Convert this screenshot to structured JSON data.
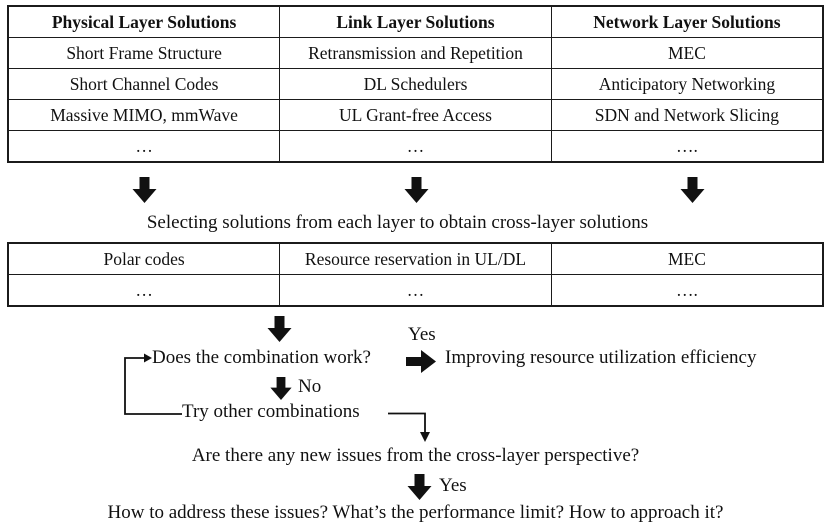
{
  "colors": {
    "ink": "#111111",
    "background": "#ffffff"
  },
  "diagram": {
    "table1": {
      "headers": [
        "Physical Layer Solutions",
        "Link Layer Solutions",
        "Network Layer Solutions"
      ],
      "rows": [
        [
          "Short Frame Structure",
          "Retransmission and Repetition",
          "MEC"
        ],
        [
          "Short Channel Codes",
          "DL Schedulers",
          "Anticipatory Networking"
        ],
        [
          "Massive MIMO, mmWave",
          "UL Grant-free Access",
          "SDN and Network Slicing"
        ],
        [
          "…",
          "…",
          "…."
        ]
      ]
    },
    "select_caption": "Selecting solutions from each layer to obtain cross-layer solutions",
    "table2": {
      "rows": [
        [
          "Polar codes",
          "Resource reservation in UL/DL",
          "MEC"
        ],
        [
          "…",
          "…",
          "…."
        ]
      ]
    },
    "decision_question": "Does the combination work?",
    "yes_label_1": "Yes",
    "yes_outcome": "Improving resource utilization efficiency",
    "no_label": "No",
    "retry_label": "Try other combinations",
    "issues_question": "Are there any new issues from the cross-layer perspective?",
    "yes_label_2": "Yes",
    "final_question": "How to address these issues? What’s the performance limit? How to approach it?"
  }
}
